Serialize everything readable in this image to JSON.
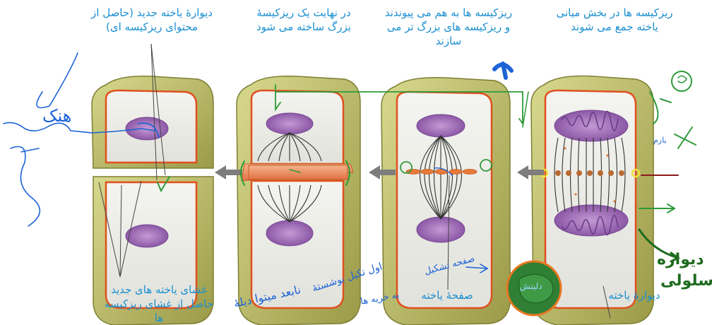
{
  "labels": {
    "top_right": "ریزکیسه ها در بخش میانی یاخته جمع می شوند",
    "top_mid_right": "ریزکیسه ها به هم می پیوندند و ریزکیسه های بزرگ تر می سازند",
    "top_mid_left": "در نهایت یک ریزکیسهٔ بزرگ ساخته می شود",
    "top_left": "دیوارهٔ یاخته جدید (حاصل از محتوای ریزکیسه ای)",
    "bottom_left": "غشای یاخته های جدید حاصل از غشای ریزکیسه ها",
    "bottom_mid": "صفحهٔ یاخته",
    "bottom_right": "دیوارهٔ یاخته"
  },
  "annotations": {
    "green_right_1": "دیواره",
    "green_right_2": "سلولی",
    "blue_left": "هنک",
    "blue_bottom_1": "اول تکیل بوشستهٔ",
    "blue_bottom_2": "به خریه ها",
    "blue_bottom_3": "نابعد میتوا دیلهٔ",
    "blue_mid": "صفحه تشکیل",
    "blue_circle": "دلیتش",
    "blue_small": "بازم"
  },
  "colors": {
    "label_blue": "#1a8fd0",
    "wall_olive": "#bfc06a",
    "wall_dark": "#8e8e3c",
    "membrane_red": "#e0501e",
    "nucleus_purple": "#a06bb7",
    "annotation_green": "#2e9a3a",
    "annotation_blue": "#1c63d6",
    "annotation_darkred": "#8b1a1a",
    "highlight_yellow": "#f2e23a",
    "circle_orange": "#e87722",
    "circle_fill": "#2f7f34"
  }
}
